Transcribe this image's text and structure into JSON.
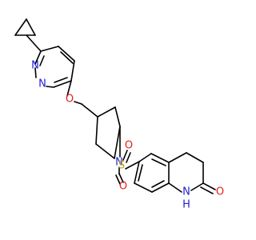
{
  "molecule": {
    "atom_labels": {
      "pyridazine_n1": "N",
      "pyridazine_n2": "N",
      "ether_o": "O",
      "pyrrolidine_n": "N",
      "sulfonyl_s": "S",
      "sulfonyl_o_top": "O",
      "sulfonyl_o_bottom": "O",
      "lactam_nh": "N",
      "lactam_h": "H",
      "carbonyl_o": "O"
    },
    "colors": {
      "bond": "#000000",
      "nitrogen": "#1f1fd6",
      "oxygen": "#e0201b",
      "sulfur": "#b8a300"
    }
  }
}
